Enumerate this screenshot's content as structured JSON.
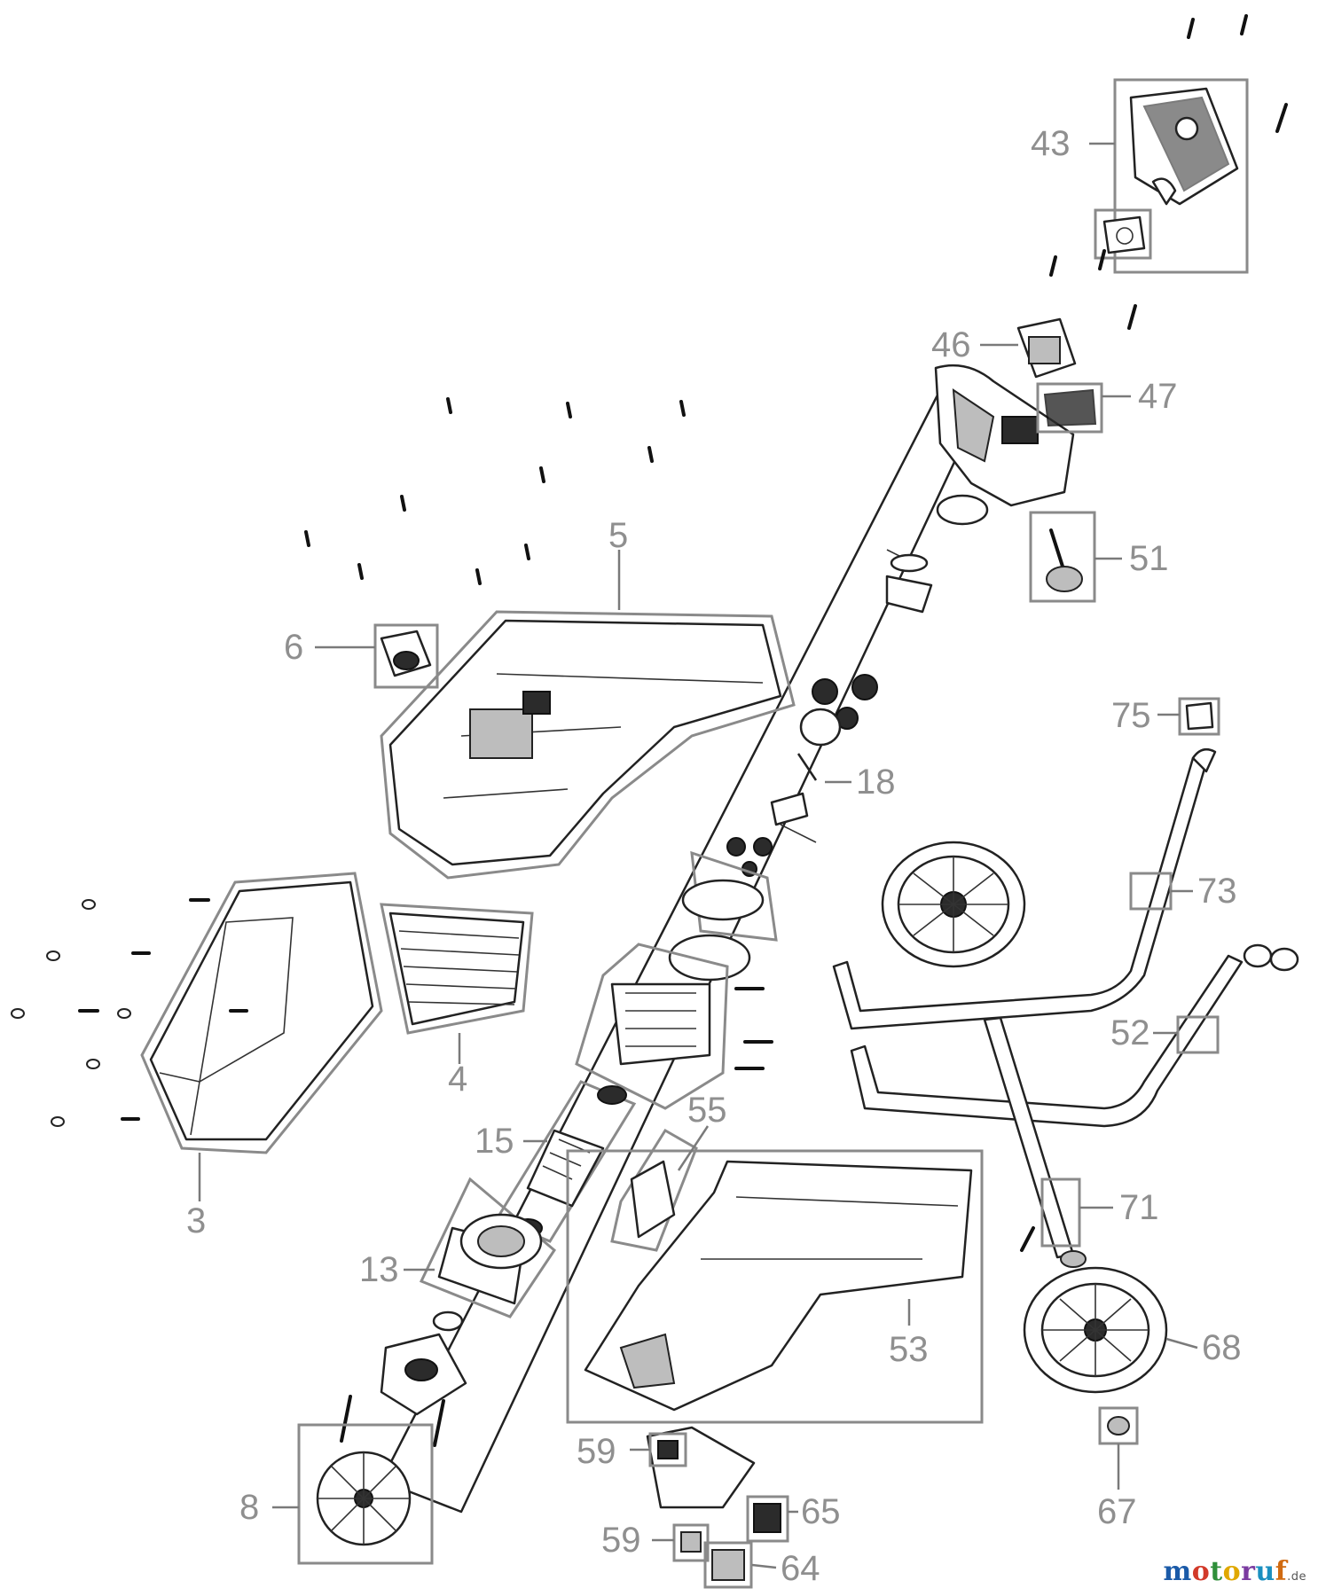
{
  "diagram": {
    "callouts": [
      "43",
      "46",
      "47",
      "51",
      "5",
      "6",
      "18",
      "75",
      "73",
      "52",
      "3",
      "4",
      "15",
      "55",
      "71",
      "13",
      "53",
      "68",
      "67",
      "59",
      "65",
      "59",
      "64",
      "8"
    ]
  },
  "brand": {
    "letters": [
      "m",
      "o",
      "t",
      "o",
      "r",
      "u",
      "f"
    ],
    "letter_colors": [
      "#1a5aa8",
      "#d23a2a",
      "#2f8f3a",
      "#e0a800",
      "#7a3aa0",
      "#1a8fc0",
      "#d06a10"
    ],
    "suffix": ".de"
  }
}
